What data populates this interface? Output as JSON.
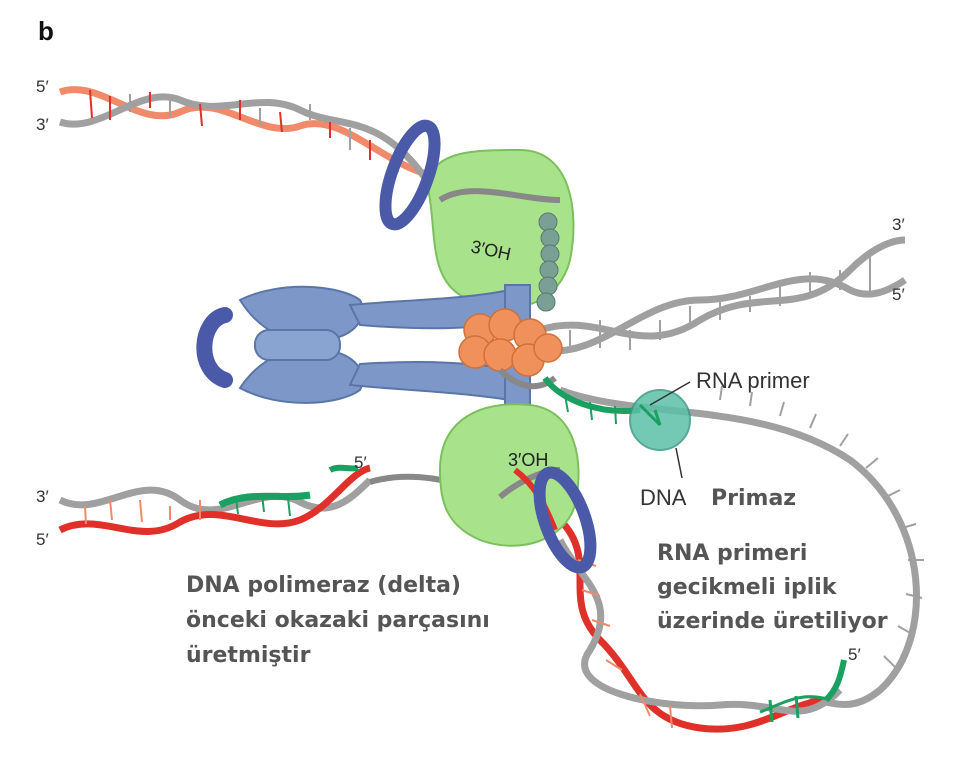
{
  "panel_letter": "b",
  "strand_ends": {
    "top_left_5": "5′",
    "top_left_3": "3′",
    "right_3": "3′",
    "right_5": "5′",
    "bottom_left_3": "3′",
    "bottom_left_5": "5′",
    "okazaki_5": "5′",
    "loop_5": "5′"
  },
  "labels": {
    "oh_upper": "3′OH",
    "oh_lower": "3′OH",
    "rna_primer": "RNA primer",
    "dna_primase_dna": "DNA",
    "dna_primase_primaz": "Primaz",
    "lagging_caption": [
      "RNA primeri",
      "gecikmeli iplik",
      "üzerinde üretiliyor"
    ],
    "polymerase_caption": [
      "DNA polimeraz (delta)",
      "önceki okazaki parçasını",
      "üretmiştir"
    ]
  },
  "colors": {
    "dna_gray": "#a0a0a0",
    "parental_red": "#e0302a",
    "parental_salmon": "#f08a6a",
    "primer_green": "#1aa060",
    "polymerase_green": "#a8e28a",
    "clamp_blue": "#4a5aa8",
    "core_blue": "#7d98c8",
    "helicase_orange": "#f0905a",
    "primase_teal": "#5cc0a8"
  }
}
